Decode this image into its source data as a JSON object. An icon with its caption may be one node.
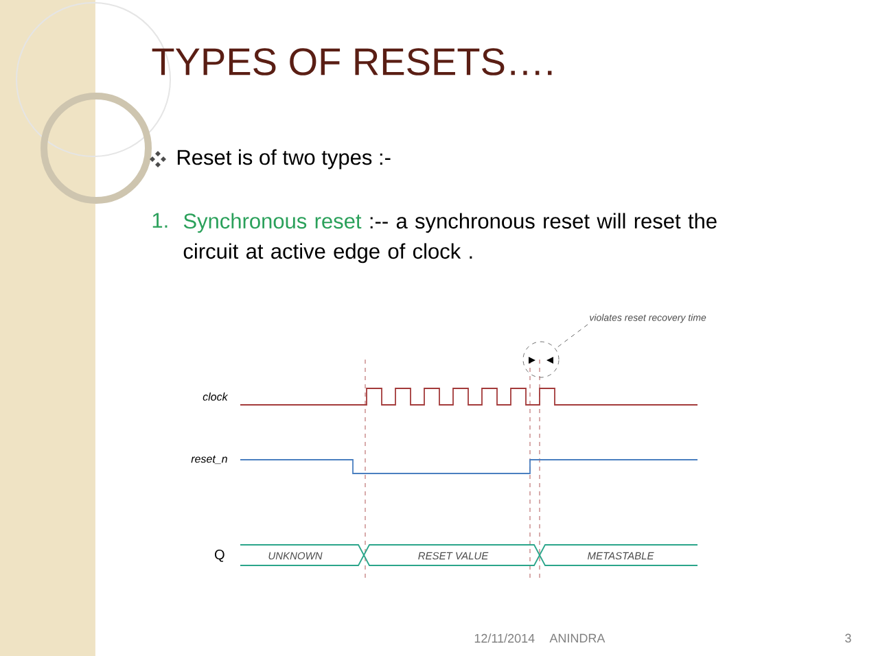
{
  "diagram": {
    "title": "TYPES OF RESETS….",
    "nodes": [
      {
        "text": [
          "violates reset recovery time"
        ]
      },
      {
        "text": [],
        "shape": "circle"
      }
    ],
    "edges": [
      {
        "from": 0,
        "to": 1,
        "arrow": "none"
      }
    ],
    "labels": [
      "Reset is of two types :-",
      "1.",
      "Synchronous reset",
      ":-- a synchronous reset will reset the circuit at active edge of clock .",
      "clock",
      "reset_n",
      "Q",
      "UNKNOWN",
      "RESET VALUE",
      "METASTABLE",
      "12/11/2014",
      "ANINDRA",
      "3"
    ]
  }
}
